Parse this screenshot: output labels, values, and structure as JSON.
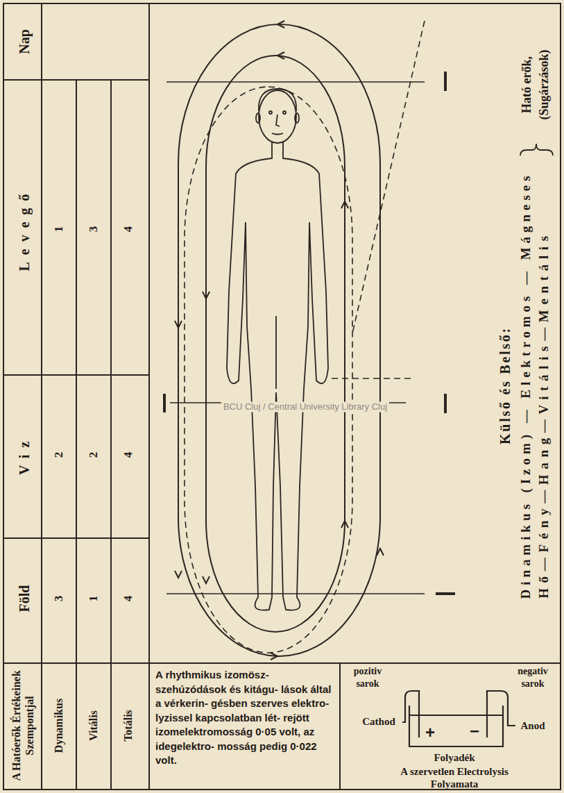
{
  "diagram": {
    "labels": [
      "Nap",
      "Levegő",
      "1",
      "3",
      "4",
      "Viz",
      "2",
      "2",
      "4",
      "Föld",
      "3",
      "1",
      "4",
      "A Hatóerők Értékeinek Szempontjal",
      "Dynamikus",
      "Vitális",
      "Totális",
      "Külső és Belső:",
      "Dinamikus (Izom) — Elektromos — Mágneses",
      "Hő—Fény—Hang—Vitális—Mentális",
      "Ható erők, (Sugárzások)",
      "BCU Cluj / Central University Library Cluj",
      "A rhythmikus izomösz- szehúzódások és kitágu- lások által a vérkerin- gésben szerves elektro- lyzissel kapcsolatban lét- rejött izomelektromosság 0·05 volt, az idegelektro- mosság pedig 0·022 volt.",
      "pozitiv sarok",
      "negativ sarok",
      "Cathod",
      "Anod",
      "+",
      "−",
      "Folyadék",
      "A szervetlen Electrolysis Folyamata"
    ]
  }
}
